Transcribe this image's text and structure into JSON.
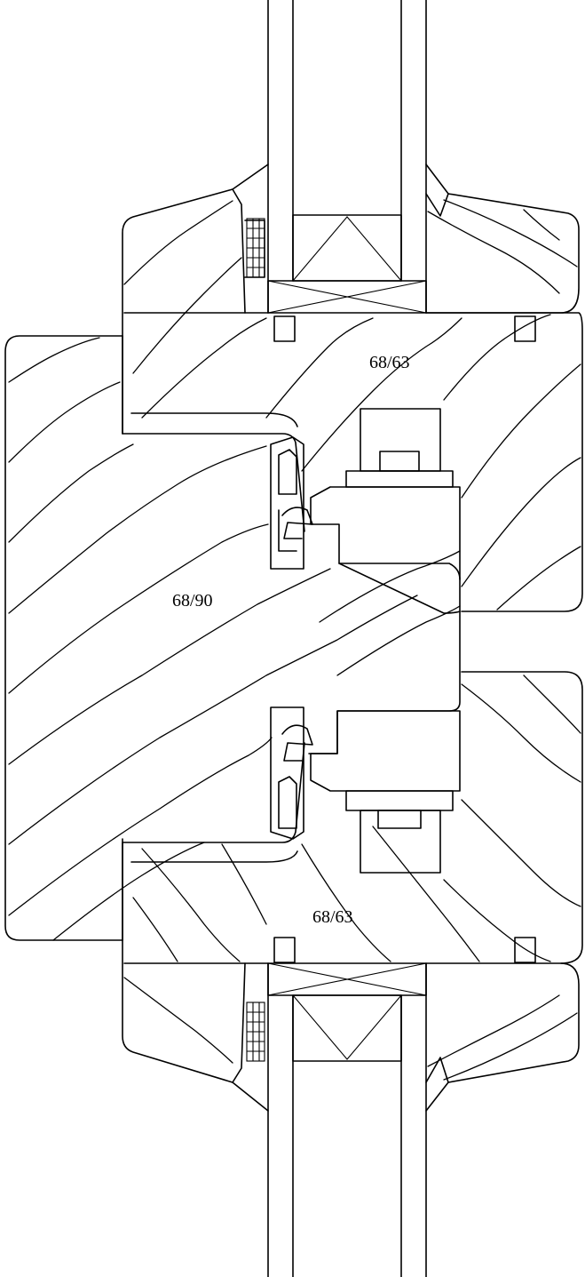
{
  "labels": {
    "upper_sash": "68/63",
    "frame": "68/90",
    "lower_sash": "68/63"
  }
}
